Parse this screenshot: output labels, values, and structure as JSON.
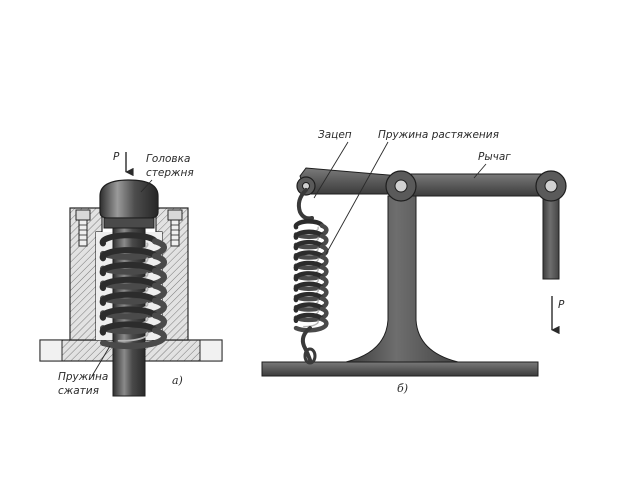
{
  "figure_a": {
    "force_label": "P",
    "label_head_line1": "Головка",
    "label_head_line2": "стержня",
    "label_spring_line1": "Пружина",
    "label_spring_line2": "сжатия",
    "caption": "а)"
  },
  "figure_b": {
    "label_hook": "Зацеп",
    "label_spring": "Пружина растяжения",
    "label_lever": "Рычаг",
    "force_label": "P",
    "caption": "б)"
  },
  "colors": {
    "metal": "#5e5e5e",
    "metal_dark": "#3a3a3a",
    "metal_light": "#9a9a9a",
    "housing": "#d9d9d9",
    "line": "#2a2a2a"
  }
}
